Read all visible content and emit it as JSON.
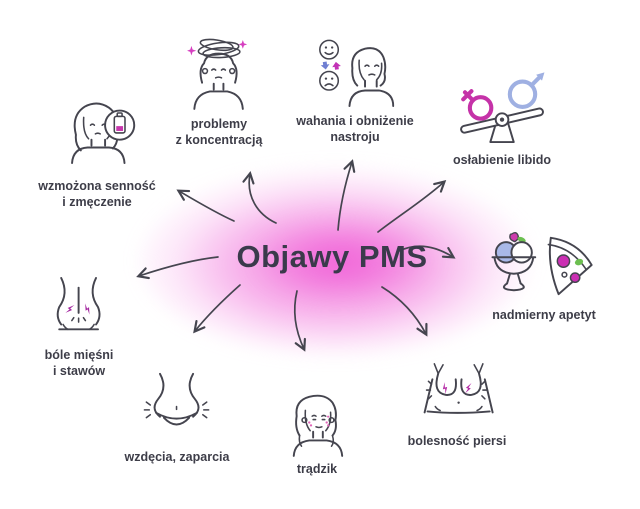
{
  "title": "Objawy PMS",
  "colors": {
    "ink": "#45454f",
    "label_text": "#3d3d48",
    "glow_pink": "#f062d7",
    "accent_magenta": "#c533ae",
    "accent_blue": "#a3b2e4",
    "accent_green": "#6cbf50"
  },
  "symptoms": [
    {
      "id": "sleepiness",
      "label": "wzmożona senność\ni zmęczenie",
      "icon": "woman-low-battery-icon"
    },
    {
      "id": "concentration",
      "label": "problemy\nz koncentracją",
      "icon": "woman-dizzy-scribble-icon"
    },
    {
      "id": "mood",
      "label": "wahania i obniżenie\nnastroju",
      "icon": "woman-mood-faces-icon"
    },
    {
      "id": "libido",
      "label": "osłabienie libido",
      "icon": "gender-seesaw-icon"
    },
    {
      "id": "appetite",
      "label": "nadmierny apetyt",
      "icon": "icecream-pizza-icon"
    },
    {
      "id": "breast",
      "label": "bolesność piersi",
      "icon": "breast-pain-icon"
    },
    {
      "id": "acne",
      "label": "trądzik",
      "icon": "woman-acne-icon"
    },
    {
      "id": "bloating",
      "label": "wzdęcia, zaparcia",
      "icon": "belly-bloating-icon"
    },
    {
      "id": "back",
      "label": "bóle mięśni\ni stawów",
      "icon": "lower-back-pain-icon"
    }
  ]
}
